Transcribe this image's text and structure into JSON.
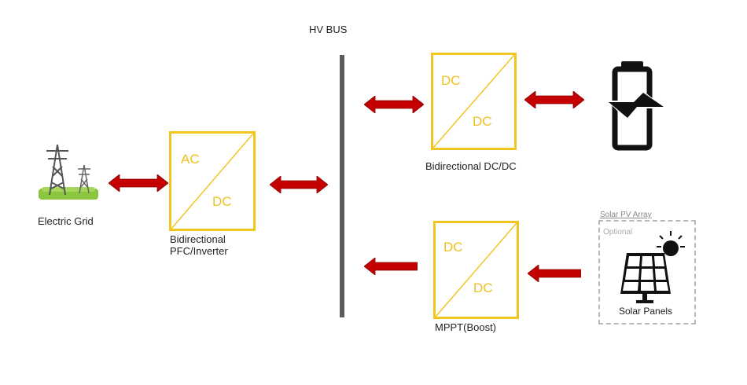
{
  "bus": {
    "label": "HV BUS"
  },
  "grid": {
    "label": "Electric Grid"
  },
  "pfc": {
    "top": "AC",
    "bottom": "DC",
    "label_line1": "Bidirectional",
    "label_line2": "PFC/Inverter"
  },
  "dcdc": {
    "top": "DC",
    "bottom": "DC",
    "label": "Bidirectional DC/DC"
  },
  "mppt": {
    "top": "DC",
    "bottom": "DC",
    "label": "MPPT(Boost)"
  },
  "solar": {
    "title": "Solar PV Array",
    "optional": "Optional",
    "label": "Solar Panels"
  },
  "colors": {
    "converter_border": "#f3c520",
    "arrow": "#c40000",
    "bus": "#5a5a5a"
  }
}
